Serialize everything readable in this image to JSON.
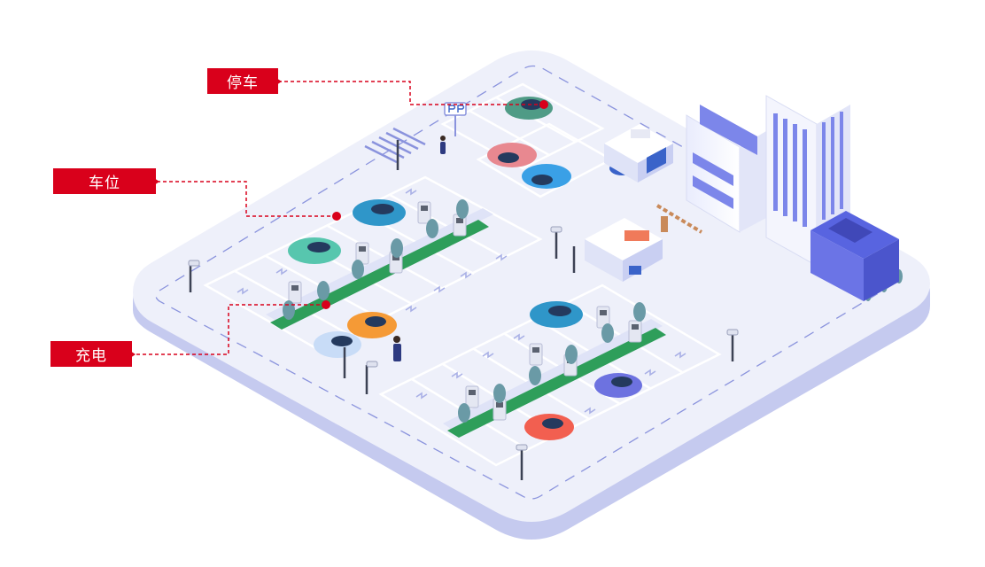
{
  "callouts": {
    "parking": "停车",
    "space": "车位",
    "charging": "充电"
  },
  "colors": {
    "callout_red": "#d9001b",
    "platform_top": "#eef0fa",
    "platform_side": "#c5caef",
    "green_strip": "#2e9e5a",
    "building_blue": "#6b74e6"
  }
}
